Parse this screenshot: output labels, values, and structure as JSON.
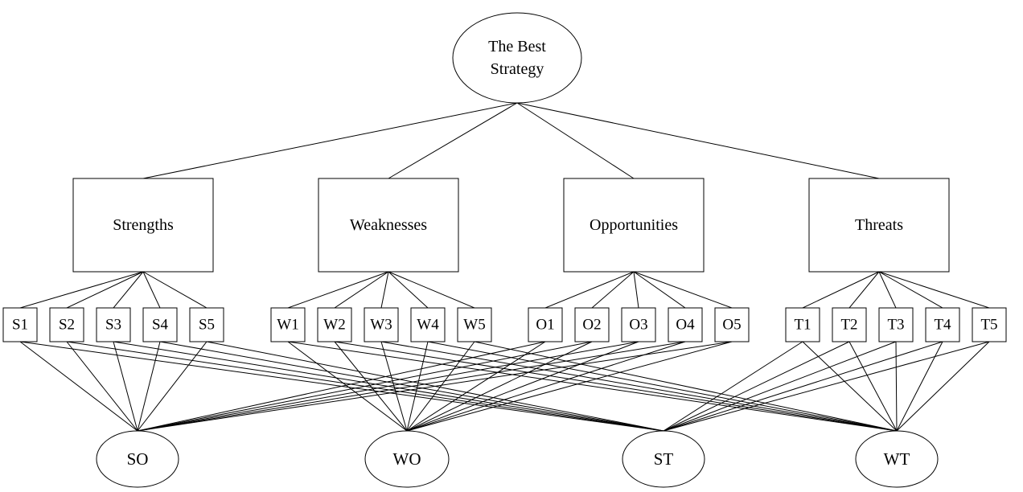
{
  "root": {
    "lines": [
      "The Best",
      "Strategy"
    ]
  },
  "categories": [
    {
      "key": "S",
      "label": "Strengths",
      "items": [
        "S1",
        "S2",
        "S3",
        "S4",
        "S5"
      ]
    },
    {
      "key": "W",
      "label": "Weaknesses",
      "items": [
        "W1",
        "W2",
        "W3",
        "W4",
        "W5"
      ]
    },
    {
      "key": "O",
      "label": "Opportunities",
      "items": [
        "O1",
        "O2",
        "O3",
        "O4",
        "O5"
      ]
    },
    {
      "key": "T",
      "label": "Threats",
      "items": [
        "T1",
        "T2",
        "T3",
        "T4",
        "T5"
      ]
    }
  ],
  "strategies": [
    {
      "label": "SO",
      "links": [
        "S",
        "O"
      ]
    },
    {
      "label": "WO",
      "links": [
        "W",
        "O"
      ]
    },
    {
      "label": "ST",
      "links": [
        "S",
        "T"
      ]
    },
    {
      "label": "WT",
      "links": [
        "W",
        "T"
      ]
    }
  ]
}
